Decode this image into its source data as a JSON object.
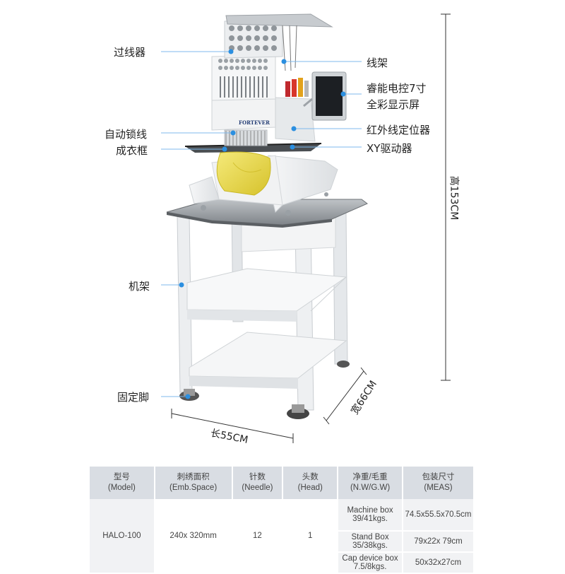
{
  "callouts": {
    "thread_guide": "过线器",
    "thread_stand": "线架",
    "display_line1": "睿能电控7寸",
    "display_line2": "全彩显示屏",
    "auto_trim": "自动锁线",
    "infrared": "红外线定位器",
    "garment_frame": "成衣框",
    "xy_drive": "XY驱动器",
    "machine_stand": "机架",
    "fixed_foot": "固定脚"
  },
  "dimensions": {
    "height": "高153CM",
    "width": "宽66CM",
    "length": "长55CM"
  },
  "machine_brand": "FORTEVER",
  "table": {
    "headers": [
      {
        "cn": "型号",
        "en": "(Model)"
      },
      {
        "cn": "刺绣面积",
        "en": "(Emb.Space)"
      },
      {
        "cn": "针数",
        "en": "(Needle)"
      },
      {
        "cn": "头数",
        "en": "(Head)"
      },
      {
        "cn": "净重/毛重",
        "en": "(N.W/G.W)"
      },
      {
        "cn": "包装尺寸",
        "en": "(MEAS)"
      }
    ],
    "model": "HALO-100",
    "emb_space": "240x 320mm",
    "needle": "12",
    "head": "1",
    "packages": [
      {
        "name": "Machine box",
        "weight": "39/41kgs.",
        "meas": "74.5x55.5x70.5cm"
      },
      {
        "name": "Stand Box",
        "weight": "35/38kgs.",
        "meas": "79x22x 79cm"
      },
      {
        "name": "Cap device box",
        "weight": "7.5/8kgs.",
        "meas": "50x32x27cm"
      }
    ]
  },
  "colors": {
    "callout_dot": "#2b8fe0",
    "callout_line": "#7fb9ec",
    "header_bg": "#d9dde3",
    "row_bg": "#f1f2f4"
  }
}
